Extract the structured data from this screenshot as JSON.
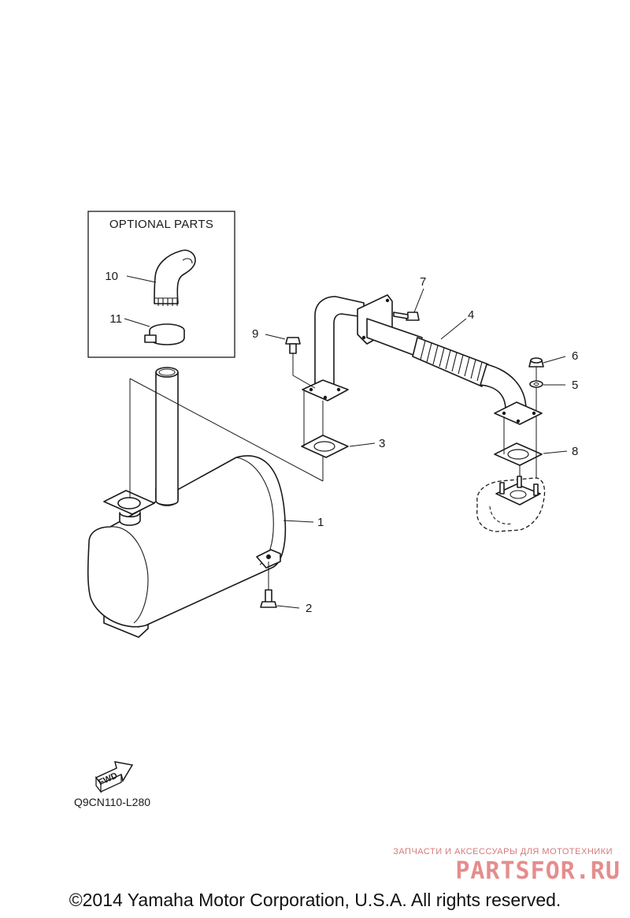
{
  "optional_box": {
    "title": "OPTIONAL PARTS"
  },
  "callouts": [
    {
      "id": "1",
      "name": "muffler"
    },
    {
      "id": "2",
      "name": "bolt"
    },
    {
      "id": "3",
      "name": "gasket"
    },
    {
      "id": "4",
      "name": "exhaust-pipe"
    },
    {
      "id": "5",
      "name": "washer"
    },
    {
      "id": "6",
      "name": "nut"
    },
    {
      "id": "7",
      "name": "bolt"
    },
    {
      "id": "8",
      "name": "gasket"
    },
    {
      "id": "9",
      "name": "bolt"
    },
    {
      "id": "10",
      "name": "tail-pipe"
    },
    {
      "id": "11",
      "name": "clamp"
    }
  ],
  "fwd_label": "FWD",
  "diagram_code": "Q9CN110-L280",
  "watermark": {
    "line1": "ЗАПЧАСТИ И АКСЕССУАРЫ ДЛЯ МОТОТЕХНИКИ",
    "line2": "PARTSFOR.RU"
  },
  "copyright": "©2014 Yamaha Motor Corporation, U.S.A. All rights reserved."
}
